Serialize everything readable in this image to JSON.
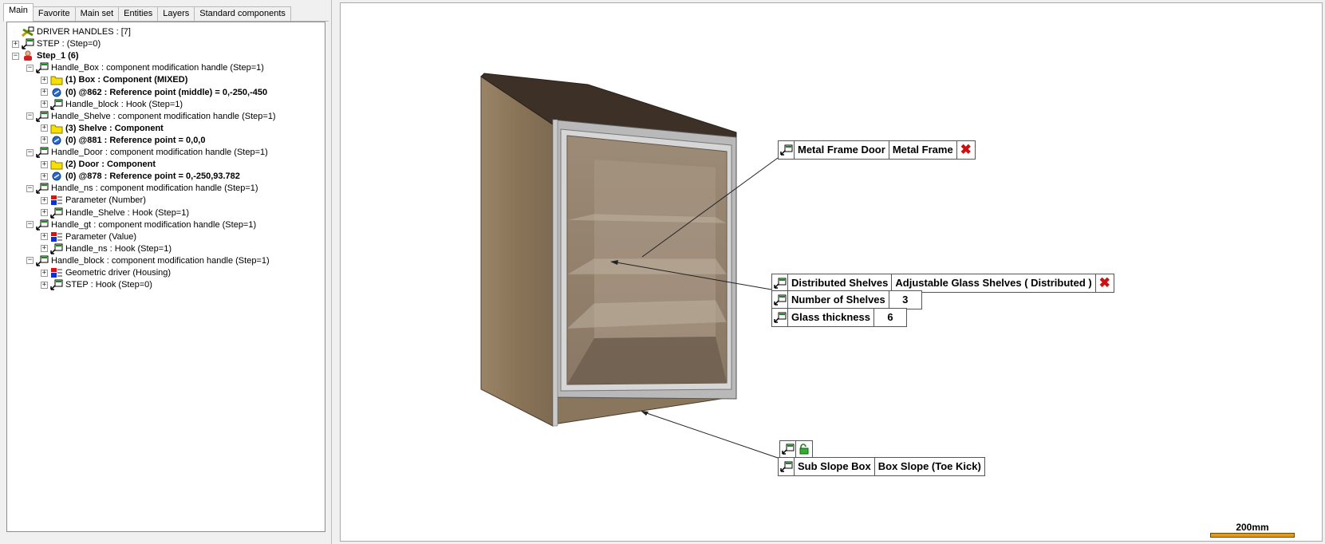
{
  "tabs": [
    {
      "label": "Main",
      "active": true
    },
    {
      "label": "Favorite"
    },
    {
      "label": "Main set"
    },
    {
      "label": "Entities"
    },
    {
      "label": "Layers"
    },
    {
      "label": "Standard components"
    }
  ],
  "tree": [
    {
      "label": "DRIVER HANDLES :  [7]",
      "icon": "driver-handles-icon",
      "level": 0,
      "expander": ""
    },
    {
      "label": "STEP :  (Step=0)",
      "icon": "handle-icon",
      "level": 0,
      "expander": "+"
    },
    {
      "label": "Step_1 (6)",
      "icon": "person-icon",
      "level": 0,
      "expander": "-",
      "bold": true
    },
    {
      "label": "Handle_Box : component modification handle (Step=1)",
      "icon": "handle-icon",
      "level": 1,
      "expander": "-"
    },
    {
      "label": "(1) Box : Component (MIXED)",
      "icon": "folder-icon",
      "level": 2,
      "expander": "+",
      "bold": true
    },
    {
      "label": "(0) @862 : Reference point (middle) = 0,-250,-450",
      "icon": "reference-point-icon",
      "level": 2,
      "expander": "+",
      "bold": true
    },
    {
      "label": "Handle_block : Hook (Step=1)",
      "icon": "handle-icon",
      "level": 2,
      "expander": "+"
    },
    {
      "label": "Handle_Shelve : component modification handle (Step=1)",
      "icon": "handle-icon",
      "level": 1,
      "expander": "-"
    },
    {
      "label": "(3) Shelve : Component",
      "icon": "folder-icon",
      "level": 2,
      "expander": "+",
      "bold": true
    },
    {
      "label": "(0) @881 : Reference point = 0,0,0",
      "icon": "reference-point-icon",
      "level": 2,
      "expander": "+",
      "bold": true
    },
    {
      "label": "Handle_Door : component modification handle (Step=1)",
      "icon": "handle-icon",
      "level": 1,
      "expander": "-"
    },
    {
      "label": "(2) Door : Component",
      "icon": "folder-icon",
      "level": 2,
      "expander": "+",
      "bold": true
    },
    {
      "label": "(0) @878 : Reference point = 0,-250,93.782",
      "icon": "reference-point-icon",
      "level": 2,
      "expander": "+",
      "bold": true
    },
    {
      "label": "Handle_ns : component modification handle (Step=1)",
      "icon": "handle-icon",
      "level": 1,
      "expander": "-"
    },
    {
      "label": "Parameter (Number)",
      "icon": "parameter-icon",
      "level": 2,
      "expander": "+"
    },
    {
      "label": "Handle_Shelve : Hook (Step=1)",
      "icon": "handle-icon",
      "level": 2,
      "expander": "+"
    },
    {
      "label": "Handle_gt : component modification handle (Step=1)",
      "icon": "handle-icon",
      "level": 1,
      "expander": "-"
    },
    {
      "label": "Parameter (Value)",
      "icon": "parameter-icon",
      "level": 2,
      "expander": "+"
    },
    {
      "label": "Handle_ns : Hook (Step=1)",
      "icon": "handle-icon",
      "level": 2,
      "expander": "+"
    },
    {
      "label": "Handle_block : component modification handle (Step=1)",
      "icon": "handle-icon",
      "level": 1,
      "expander": "-"
    },
    {
      "label": "Geometric driver (Housing)",
      "icon": "parameter-icon",
      "level": 2,
      "expander": "+"
    },
    {
      "label": "STEP : Hook (Step=0)",
      "icon": "handle-icon",
      "level": 2,
      "expander": "+"
    }
  ],
  "handles": {
    "door": {
      "name": "Metal Frame Door",
      "value": "Metal Frame"
    },
    "shelves": {
      "name": "Distributed Shelves",
      "value": "Adjustable Glass Shelves ( Distributed )"
    },
    "num_shelves": {
      "name": "Number of Shelves",
      "value": "3"
    },
    "glass": {
      "name": "Glass thickness",
      "value": "6"
    },
    "slope": {
      "name": "Sub Slope Box",
      "value": "Box Slope (Toe Kick)"
    }
  },
  "scale": {
    "label": "200mm"
  },
  "colors": {
    "accent_red": "#d01010",
    "wood": "#8a7660",
    "scale_bar": "#e39a1a"
  }
}
